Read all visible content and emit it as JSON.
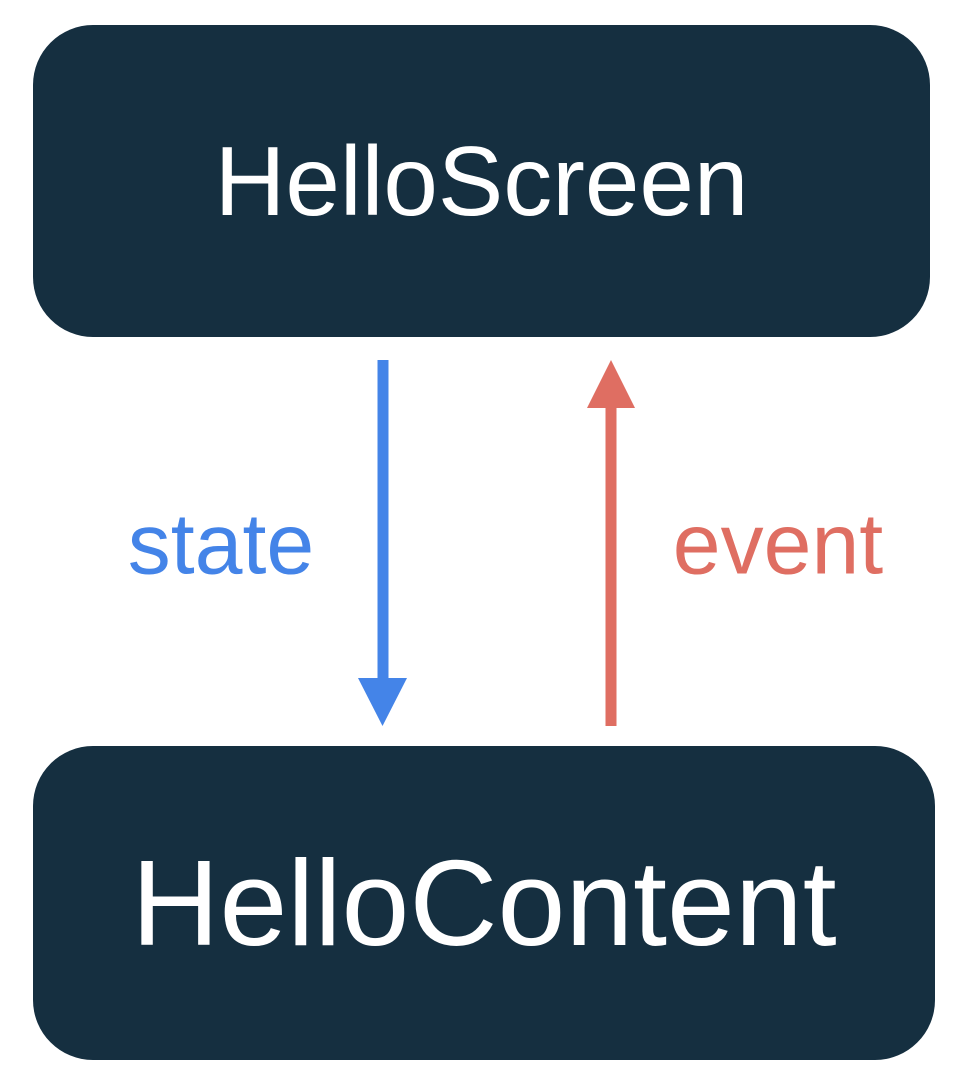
{
  "nodes": {
    "top": {
      "label": "HelloScreen"
    },
    "bottom": {
      "label": "HelloContent"
    }
  },
  "edges": {
    "state": {
      "label": "state",
      "direction": "down"
    },
    "event": {
      "label": "event",
      "direction": "up"
    }
  },
  "colors": {
    "canvas_background": "#FFFFFF",
    "node_background": "#152F40",
    "node_text": "#FFFFFF",
    "state_blue": "#4484E8",
    "event_red": "#DF6E62"
  }
}
